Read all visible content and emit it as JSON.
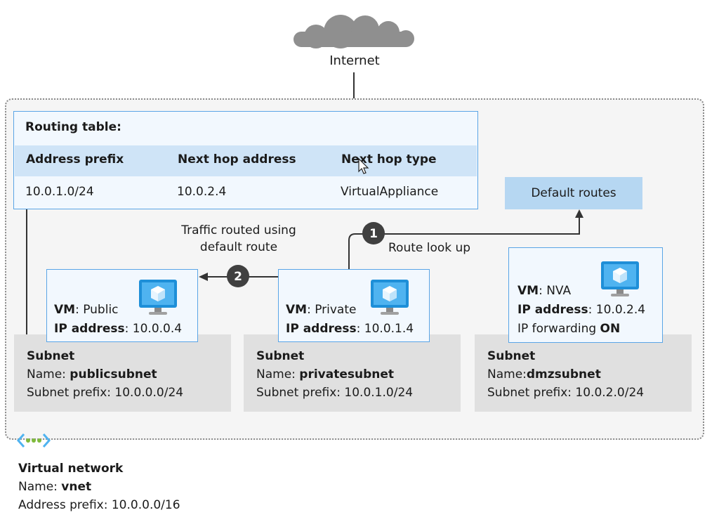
{
  "internet": {
    "label": "Internet"
  },
  "routing_table": {
    "title": "Routing table:",
    "headers": [
      "Address prefix",
      "Next hop address",
      "Next hop type"
    ],
    "row": [
      "10.0.1.0/24",
      "10.0.2.4",
      "VirtualAppliance"
    ]
  },
  "default_routes": {
    "label": "Default routes"
  },
  "steps": {
    "one": {
      "number": "1",
      "label": "Route look up"
    },
    "two": {
      "number": "2",
      "label_line1": "Traffic routed using",
      "label_line2": "default route"
    }
  },
  "vms": {
    "public": {
      "vm_key": "VM",
      "vm_value": ": Public",
      "ip_key": "IP address",
      "ip_value": ": 10.0.0.4"
    },
    "private": {
      "vm_key": "VM",
      "vm_value": ": Private",
      "ip_key": "IP address",
      "ip_value": ": 10.0.1.4"
    },
    "nva": {
      "vm_key": "VM",
      "vm_value": ": NVA",
      "ip_key": "IP address",
      "ip_value": ": 10.0.2.4",
      "fwd_label": "IP forwarding ",
      "fwd_value": "ON"
    }
  },
  "subnets": {
    "public": {
      "title": "Subnet",
      "name_label": "Name: ",
      "name_value": "publicsubnet",
      "prefix": "Subnet prefix: 10.0.0.0/24"
    },
    "private": {
      "title": "Subnet",
      "name_label": "Name: ",
      "name_value": "privatesubnet",
      "prefix": "Subnet prefix: 10.0.1.0/24"
    },
    "dmz": {
      "title": "Subnet",
      "name_label": "Name:",
      "name_value": "dmzsubnet",
      "prefix": "Subnet prefix: 10.0.2.0/24"
    }
  },
  "vnet": {
    "title": "Virtual network",
    "name_label": "Name: ",
    "name_value": "vnet",
    "prefix": "Address prefix: 10.0.0.0/16"
  },
  "colors": {
    "accent": "#5aa5e6",
    "monitor": "#1e8fd8",
    "badge": "#404040"
  }
}
